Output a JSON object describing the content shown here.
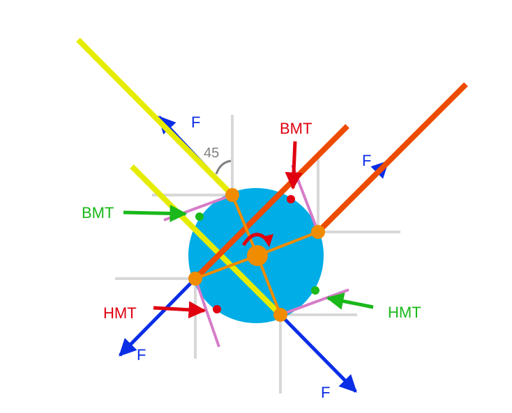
{
  "labels": {
    "force": "F",
    "bmt": "BMT",
    "hmt": "HMT",
    "angle": "45"
  },
  "colors": {
    "disk": "#00ade6",
    "yellow_line": "#e6ec00",
    "orange_line": "#ec4b00",
    "force_arrow": "#0a2de6",
    "bmt_red": "#e00010",
    "hmt_green": "#1ab81a",
    "joint": "#f08c00",
    "pink": "#d67cc8",
    "grid": "#d8d8d8",
    "angle_gray": "#808080"
  }
}
